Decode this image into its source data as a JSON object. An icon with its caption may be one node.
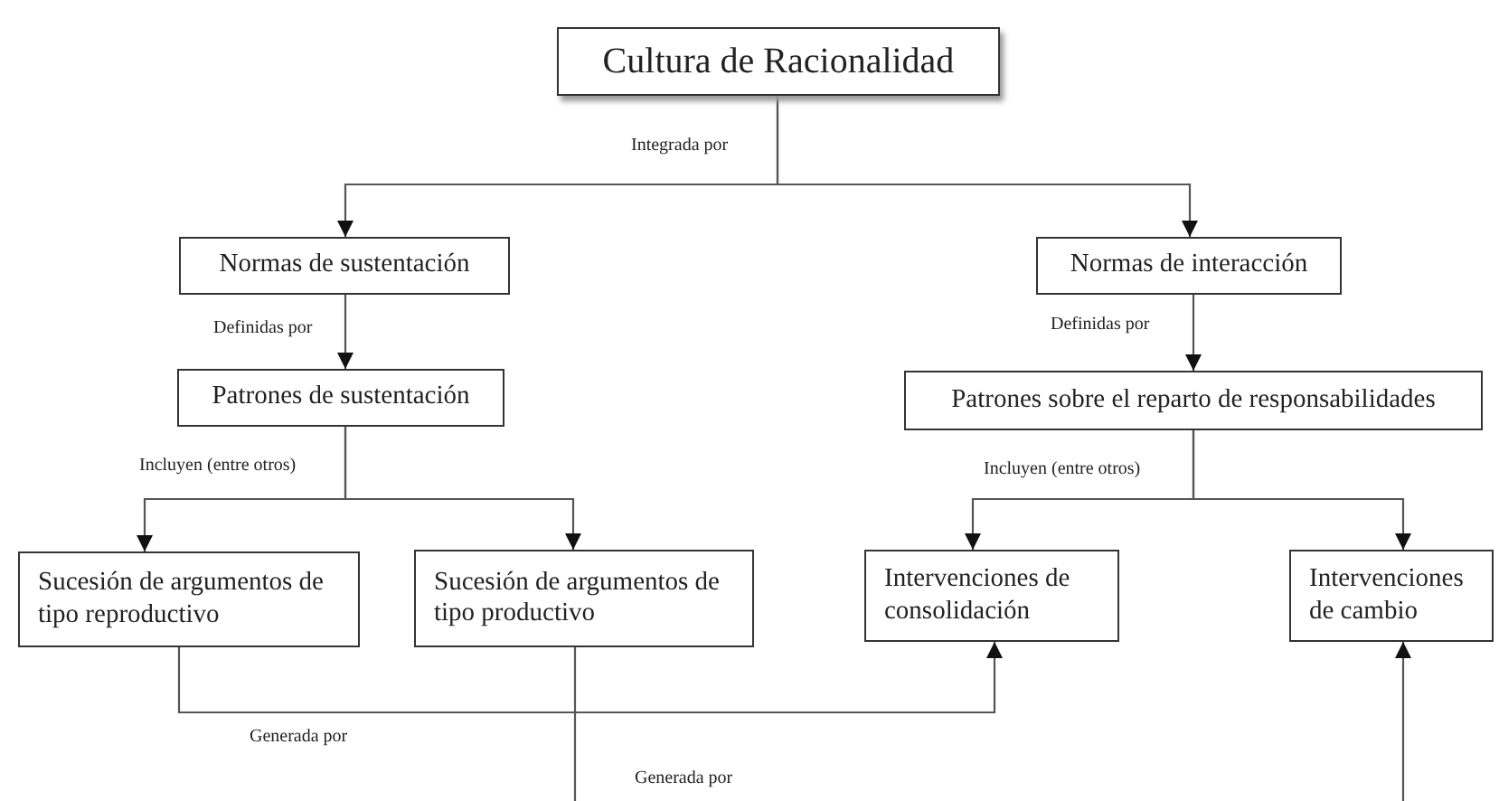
{
  "diagram": {
    "nodes": [
      {
        "text": [
          "Cultura de Racionalidad"
        ]
      },
      {
        "text": [
          "Normas de sustentación"
        ]
      },
      {
        "text": [
          "Normas de interacción"
        ]
      },
      {
        "text": [
          "Patrones de sustentación"
        ]
      },
      {
        "text": [
          "Patrones sobre el reparto de responsabilidades"
        ]
      },
      {
        "text": [
          "Sucesión de argumentos de tipo reproductivo"
        ]
      },
      {
        "text": [
          "Sucesión de argumentos de tipo productivo"
        ]
      },
      {
        "text": [
          "Intervenciones de consolidación"
        ]
      },
      {
        "text": [
          "Intervenciones de cambio"
        ]
      }
    ],
    "edges": [
      {
        "from": 0,
        "to": 1,
        "arrow": "to",
        "label": "Integrada por"
      },
      {
        "from": 0,
        "to": 2,
        "arrow": "to"
      },
      {
        "from": 1,
        "to": 3,
        "arrow": "to",
        "label": "Definidas por"
      },
      {
        "from": 2,
        "to": 4,
        "arrow": "to",
        "label": "Definidas por"
      },
      {
        "from": 3,
        "to": 5,
        "arrow": "to",
        "label": "Incluyen (entre otros)"
      },
      {
        "from": 3,
        "to": 6,
        "arrow": "to"
      },
      {
        "from": 4,
        "to": 7,
        "arrow": "to",
        "label": "Incluyen (entre otros)"
      },
      {
        "from": 4,
        "to": 8,
        "arrow": "to"
      },
      {
        "from": 5,
        "to": 7,
        "arrow": "to",
        "label": "Generada por"
      },
      {
        "from": 6,
        "to": null,
        "arrow": "none",
        "label": "Generada por"
      },
      {
        "from": null,
        "to": 8,
        "arrow": "to"
      }
    ]
  }
}
